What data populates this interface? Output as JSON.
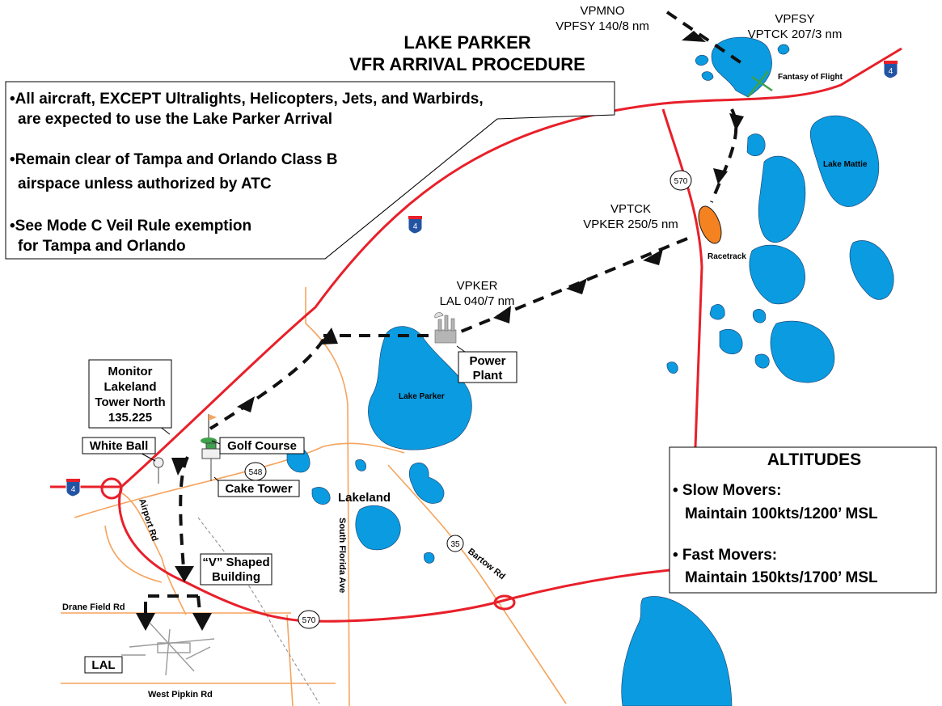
{
  "title": {
    "line1": "LAKE PARKER",
    "line2": "VFR ARRIVAL PROCEDURE"
  },
  "notes": [
    "All aircraft, EXCEPT Ultralights, Helicopters, Jets, and Warbirds,",
    "are expected to use the Lake Parker Arrival",
    "Remain clear of Tampa and Orlando Class B",
    "airspace unless authorized by ATC",
    "See Mode C Veil Rule exemption",
    "for Tampa and Orlando"
  ],
  "waypoints": {
    "vpmno": [
      "VPMNO",
      "VPFSY 140/8 nm"
    ],
    "vpfsy": [
      "VPFSY",
      "VPTCK 207/3 nm"
    ],
    "vptck": [
      "VPTCK",
      "VPKER 250/5 nm"
    ],
    "vpker": [
      "VPKER",
      "LAL 040/7 nm"
    ]
  },
  "landmarks": {
    "fantasy_of_flight": "Fantasy of Flight",
    "lake_mattie": "Lake Mattie",
    "racetrack": "Racetrack",
    "power_plant": [
      "Power",
      "Plant"
    ],
    "lake_parker": "Lake Parker",
    "lakeland": "Lakeland",
    "white_ball": "White Ball",
    "golf_course": "Golf Course",
    "cake_tower": "Cake Tower",
    "v_building": [
      "“V” Shaped",
      "Building"
    ],
    "lal": "LAL",
    "monitor": [
      "Monitor",
      "Lakeland",
      "Tower North",
      "135.225"
    ]
  },
  "roads": {
    "airport_rd": "Airport Rd",
    "south_florida_ave": "South Florida Ave",
    "bartow_rd": "Bartow Rd",
    "drane_field_rd": "Drane Field Rd",
    "west_pipkin_rd": "West Pipkin Rd"
  },
  "shields": {
    "i4": "4",
    "r570": "570",
    "r548": "548",
    "r35": "35"
  },
  "altitudes": {
    "heading": "ALTITUDES",
    "slow_label": "• Slow Movers:",
    "slow_value": "Maintain 100kts/1200’ MSL",
    "fast_label": "• Fast Movers:",
    "fast_value": "Maintain 150kts/1700’ MSL"
  },
  "colors": {
    "water": "#0a9be0",
    "highway": "#e8202a",
    "road": "#f5a45e",
    "racetrack": "#f58220",
    "interstate_shield": "#2354a4",
    "fantasy_marker": "#3fa14b"
  }
}
